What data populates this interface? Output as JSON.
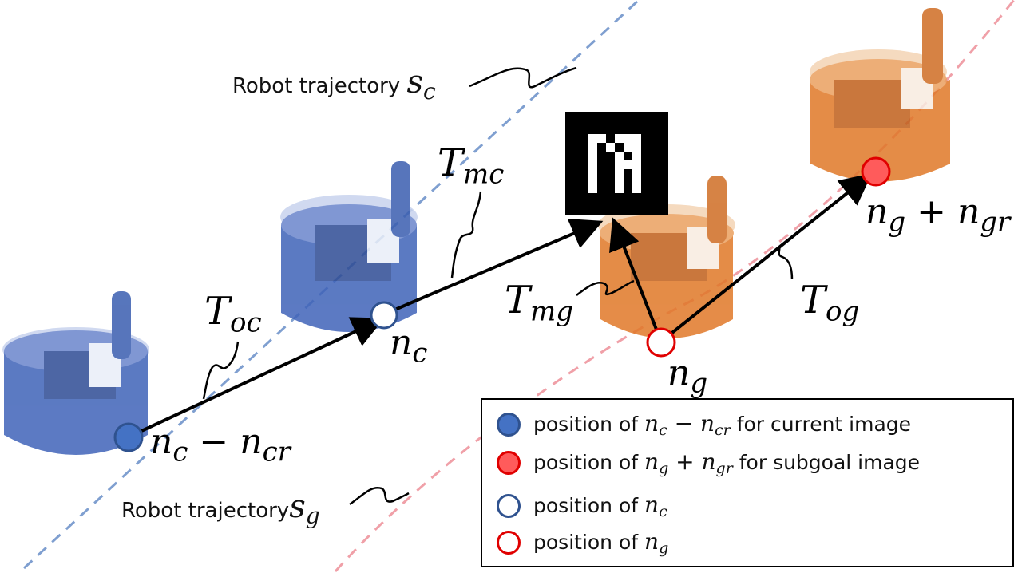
{
  "labels": {
    "traj_c_prefix": "Robot trajectory ",
    "traj_c_var": "s",
    "traj_c_sub": "c",
    "traj_g_prefix": "Robot trajectory",
    "traj_g_var": "s",
    "traj_g_sub": "g",
    "t_mc": "T",
    "t_mc_sub": "mc",
    "t_oc": "T",
    "t_oc_sub": "oc",
    "t_mg": "T",
    "t_mg_sub": "mg",
    "t_og": "T",
    "t_og_sub": "og",
    "n_c": "n",
    "n_c_sub": "c",
    "n_g": "n",
    "n_g_sub": "g",
    "n_c_minus_a": "n",
    "n_c_minus_a_sub": "c",
    "n_c_minus_op": " − ",
    "n_c_minus_b": "n",
    "n_c_minus_b_sub": "cr",
    "n_g_plus_a": "n",
    "n_g_plus_a_sub": "g",
    "n_g_plus_op": " + ",
    "n_g_plus_b": "n",
    "n_g_plus_b_sub": "gr"
  },
  "legend": {
    "row1_prefix": "position of ",
    "row1_a": "n",
    "row1_a_sub": "c",
    "row1_op": " − ",
    "row1_b": "n",
    "row1_b_sub": "cr",
    "row1_suffix": " for current image",
    "row2_prefix": "position of ",
    "row2_a": "n",
    "row2_a_sub": "g",
    "row2_op": " + ",
    "row2_b": "n",
    "row2_b_sub": "gr",
    "row2_suffix": " for subgoal image",
    "row3_prefix": "position of ",
    "row3_a": "n",
    "row3_a_sub": "c",
    "row4_prefix": "position of ",
    "row4_a": "n",
    "row4_a_sub": "g"
  },
  "colors": {
    "current_fill": "#4472c4",
    "current_stroke": "#2f528f",
    "subgoal_fill": "#ff5b5b",
    "subgoal_stroke": "#e00000",
    "traj_c_line": "#7f9fd0",
    "traj_g_line": "#f0a0a8",
    "robot_blue": "#3f63b8",
    "robot_orange": "#e07828"
  }
}
